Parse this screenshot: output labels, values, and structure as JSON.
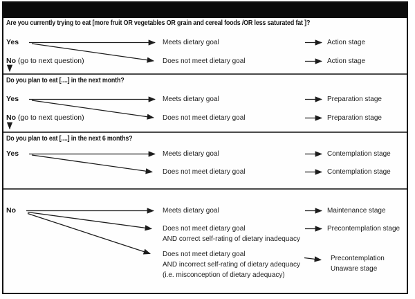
{
  "figure": {
    "sections": [
      {
        "question": "Are you currently trying to eat [more fruit OR vegetables OR grain and cereal foods /OR less saturated fat ]?",
        "yes_label": "Yes",
        "no_label": "No",
        "no_note": " (go to next question)",
        "outcomes": [
          {
            "result": "Meets dietary goal",
            "stage": "Action stage"
          },
          {
            "result": "Does not meet dietary goal",
            "stage": "Action stage"
          }
        ]
      },
      {
        "question": "Do you plan to eat [....] in the next month?",
        "yes_label": "Yes",
        "no_label": "No",
        "no_note": " (go to next question)",
        "outcomes": [
          {
            "result": "Meets dietary goal",
            "stage": "Preparation stage"
          },
          {
            "result": "Does not meet dietary goal",
            "stage": "Preparation stage"
          }
        ]
      },
      {
        "question": "Do you plan to eat [....] in the next 6 months?",
        "yes_label": "Yes",
        "outcomes": [
          {
            "result": "Meets dietary goal",
            "stage": "Contemplation stage"
          },
          {
            "result": "Does not meet dietary goal",
            "stage": "Contemplation stage"
          }
        ]
      },
      {
        "no_label": "No",
        "outcomes": [
          {
            "result": "Meets dietary goal",
            "stage": "Maintenance stage"
          },
          {
            "result": "Does not meet dietary goal",
            "result_line2": "AND correct self-rating of dietary inadequacy",
            "stage": "Precontemplation stage"
          },
          {
            "result": "Does not meet dietary goal",
            "result_line2": "AND incorrect self-rating of dietary adequacy",
            "result_line3": "(i.e. misconception of dietary adequacy)",
            "stage": "Precontemplation",
            "stage_line2": "Unaware stage"
          }
        ]
      }
    ]
  }
}
